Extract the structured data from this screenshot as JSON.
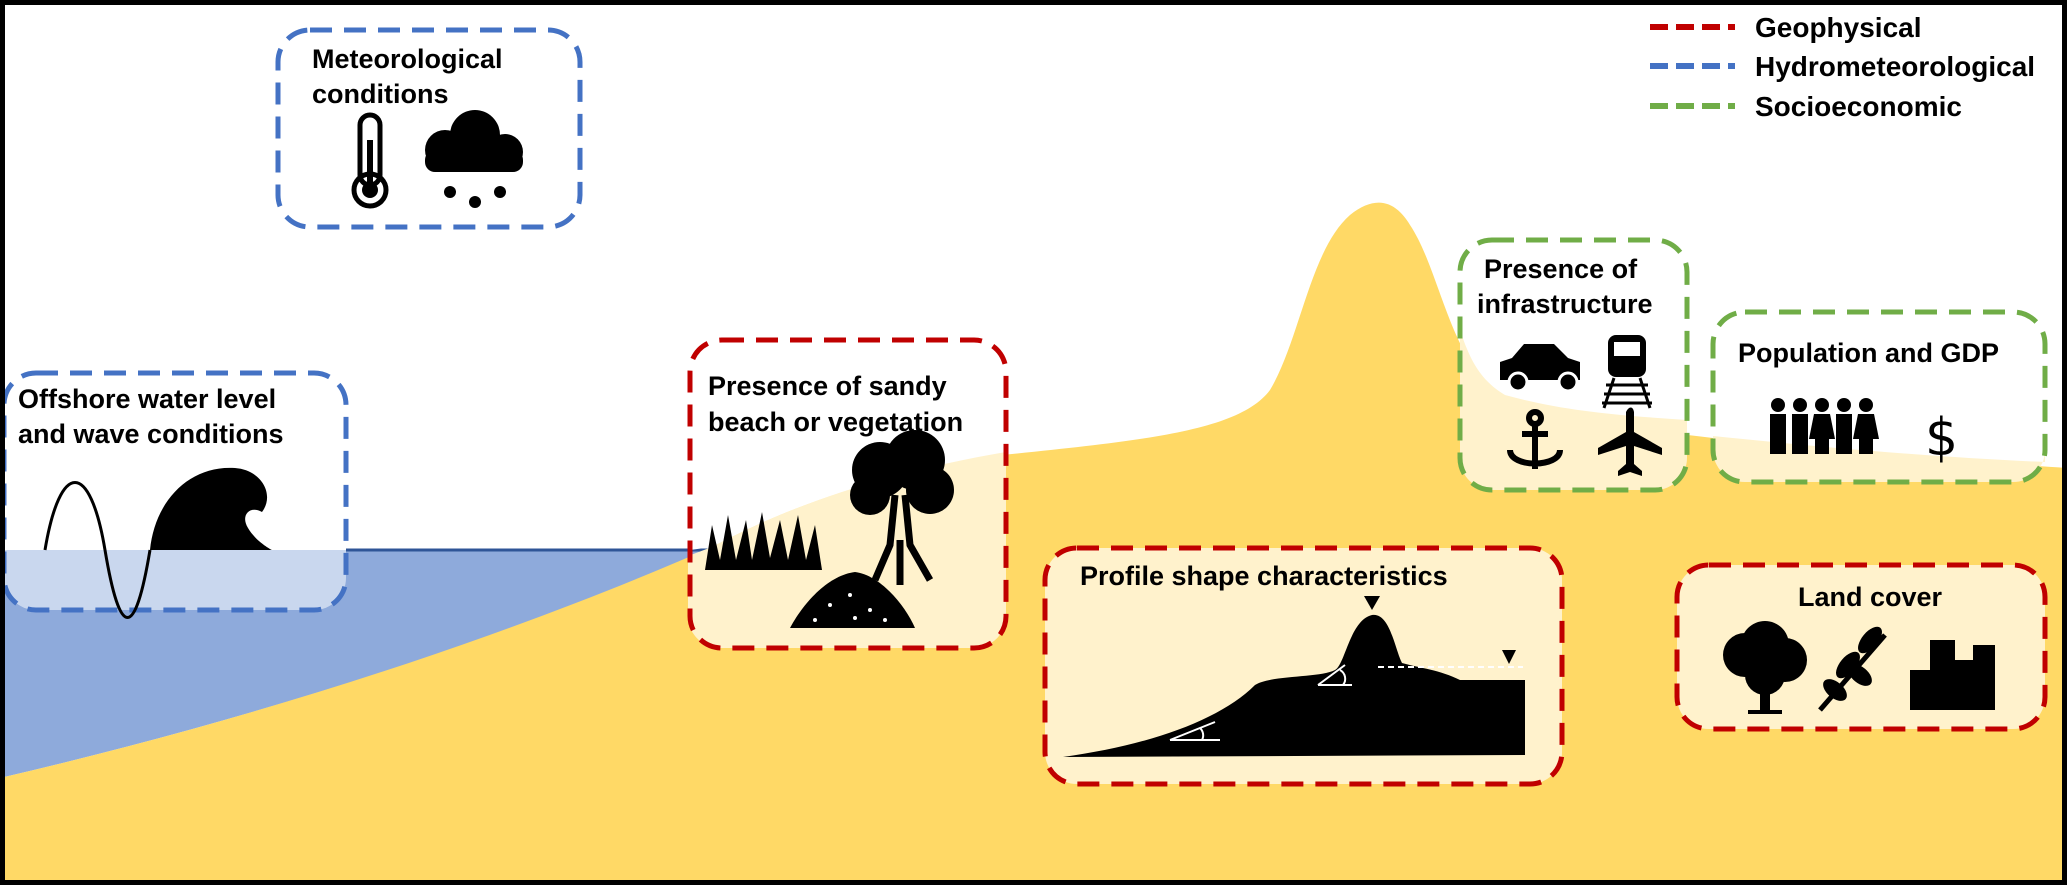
{
  "legend": [
    {
      "label": "Geophysical",
      "color": "#c00000"
    },
    {
      "label": "Hydrometeorological",
      "color": "#4472c4"
    },
    {
      "label": "Socioeconomic",
      "color": "#70ad47"
    }
  ],
  "boxes": {
    "meteo": {
      "line1": "Meteorological",
      "line2": "conditions",
      "category": "Hydrometeorological"
    },
    "offshore": {
      "line1": "Offshore water level",
      "line2": "and wave conditions",
      "category": "Hydrometeorological"
    },
    "beach": {
      "line1": "Presence of sandy",
      "line2": "beach or vegetation",
      "category": "Geophysical"
    },
    "profile": {
      "line1": "Profile shape characteristics",
      "category": "Geophysical"
    },
    "infra": {
      "line1": "Presence of",
      "line2": "infrastructure",
      "category": "Socioeconomic"
    },
    "population": {
      "line1": "Population and GDP",
      "dollar": "$",
      "category": "Socioeconomic"
    },
    "landcover": {
      "line1": "Land cover",
      "category": "Geophysical"
    }
  },
  "colors": {
    "sand": "#ffd966",
    "box_fill_sand": "#fff2cc",
    "water": "#8eaadb",
    "water_light": "#c9d7ee",
    "water_line": "#2f5597"
  }
}
